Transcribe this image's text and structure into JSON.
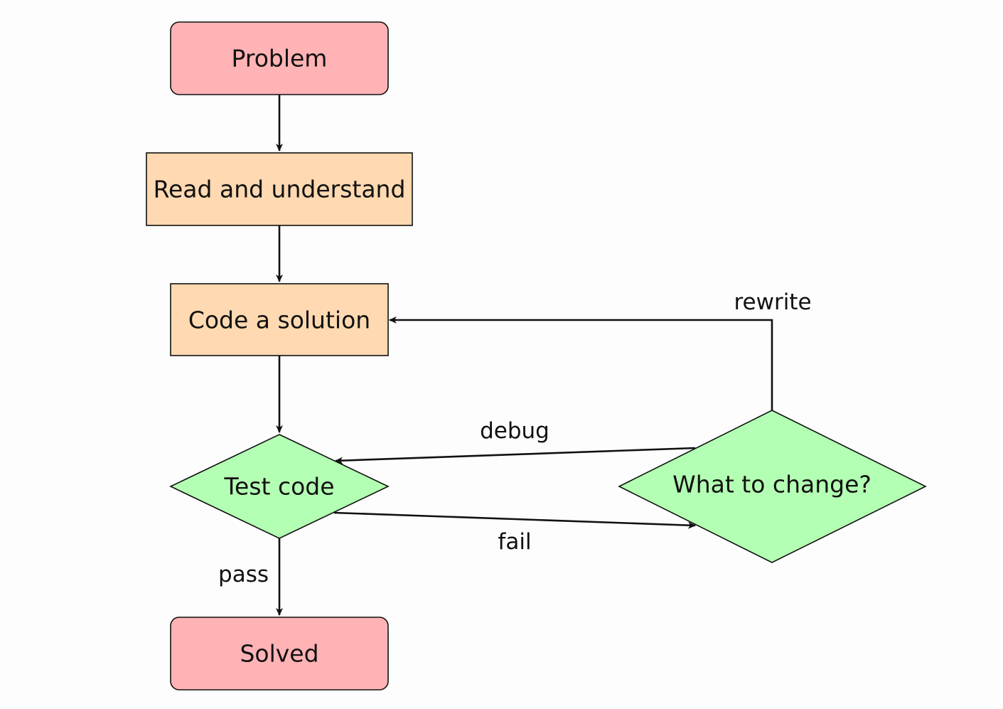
{
  "colors": {
    "terminal": "#ffb3b5",
    "process": "#ffd9b1",
    "decision": "#b3ffb3",
    "stroke": "#111111",
    "background": "#fdfdfd"
  },
  "nodes": {
    "problem": {
      "label": "Problem",
      "kind": "terminal"
    },
    "read": {
      "label": "Read and understand",
      "kind": "process"
    },
    "code": {
      "label": "Code a solution",
      "kind": "process"
    },
    "test": {
      "label": "Test code",
      "kind": "decision"
    },
    "change": {
      "label": "What to change?",
      "kind": "decision"
    },
    "solved": {
      "label": "Solved",
      "kind": "terminal"
    }
  },
  "edges": {
    "problem_read": {
      "from": "Problem",
      "to": "Read and understand",
      "label": ""
    },
    "read_code": {
      "from": "Read and understand",
      "to": "Code a solution",
      "label": ""
    },
    "code_test": {
      "from": "Code a solution",
      "to": "Test code",
      "label": ""
    },
    "test_solved": {
      "from": "Test code",
      "to": "Solved",
      "label": "pass"
    },
    "test_change": {
      "from": "Test code",
      "to": "What to change?",
      "label": "fail"
    },
    "change_test": {
      "from": "What to change?",
      "to": "Test code",
      "label": "debug"
    },
    "change_code": {
      "from": "What to change?",
      "to": "Code a solution",
      "label": "rewrite"
    }
  }
}
